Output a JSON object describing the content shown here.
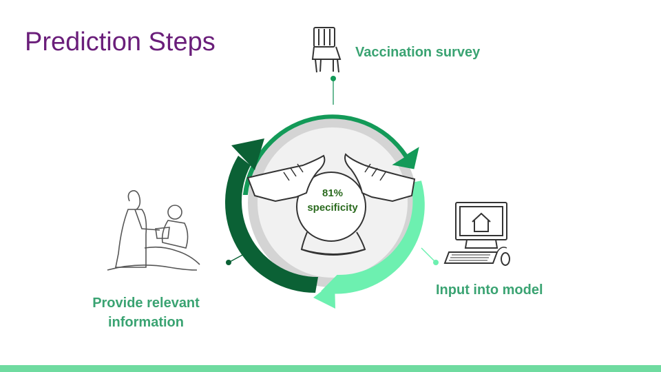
{
  "slide": {
    "title": "Prediction Steps",
    "steps": [
      {
        "label": "Vaccination survey",
        "icon": "chair-icon"
      },
      {
        "label": "Input into model",
        "icon": "computer-icon"
      },
      {
        "label": "Provide relevant information",
        "icon": "doctor-patient-icon"
      }
    ],
    "center": {
      "value": "81%",
      "label": "specificity",
      "icon": "crystal-ball-icon"
    },
    "colors": {
      "title": "#6a1e7a",
      "step_text": "#3aa372",
      "arc_top": "#139a58",
      "arc_right": "#6df0b0",
      "arc_left": "#0b6135",
      "footer": "#6fdba0"
    }
  }
}
